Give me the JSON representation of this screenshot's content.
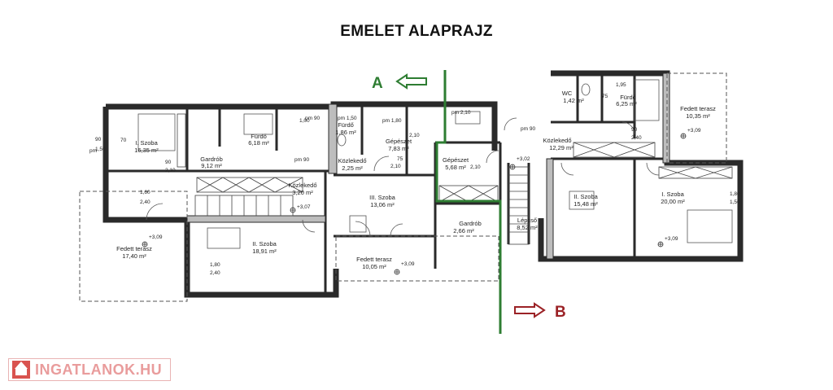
{
  "title": "EMELET ALAPRAJZ",
  "markers": {
    "a": "A",
    "b": "B"
  },
  "colors": {
    "wall": "#2a2a2a",
    "wall_fill": "#bdbdbd",
    "section_line": "#2e7d32",
    "arrow_red": "#9b2226",
    "logo": "#e99c9c"
  },
  "watermark": "INGATLANOK.HU",
  "rooms": [
    {
      "name": "I. Szoba",
      "area": "16,35 m²"
    },
    {
      "name": "Fürdő",
      "area": "6,18 m²"
    },
    {
      "name": "Gardrób",
      "area": "9,12 m²"
    },
    {
      "name": "Fürdő",
      "area": "1,86 m²"
    },
    {
      "name": "Közlekedő",
      "area": "2,25 m²"
    },
    {
      "name": "Gépészet",
      "area": "7,83 m²"
    },
    {
      "name": "Közlekedő",
      "area": "3,20 m²"
    },
    {
      "name": "III. Szoba",
      "area": "13,06 m²"
    },
    {
      "name": "Gépészet",
      "area": "5,68 m²"
    },
    {
      "name": "Gardrób",
      "area": "2,66 m²"
    },
    {
      "name": "Lépcső",
      "area": "8,52 m²"
    },
    {
      "name": "II. Szoba",
      "area": "18,91 m²"
    },
    {
      "name": "Fedett terasz",
      "area": "17,40 m²"
    },
    {
      "name": "Fedett terasz",
      "area": "10,05 m²"
    },
    {
      "name": "WC",
      "area": "1,42 m²"
    },
    {
      "name": "Fürdő",
      "area": "6,25 m²"
    },
    {
      "name": "Fedett terasz",
      "area": "10,35 m²"
    },
    {
      "name": "Közlekedő",
      "area": "12,29 m²"
    },
    {
      "name": "II. Szoba",
      "area": "15,48 m²"
    },
    {
      "name": "I. Szoba",
      "area": "20,00 m²"
    }
  ],
  "levels": [
    "+3,09",
    "+3,07",
    "+3,09",
    "+3,02",
    "+3,09",
    "+3,09"
  ],
  "dims": [
    "1,50",
    "1,80",
    "2,40",
    "90",
    "2,10",
    "1,00",
    "1,95",
    "75",
    "70",
    "90",
    "2,40",
    "2,40",
    "1,80",
    "1,50",
    "1,60",
    "2,10",
    "90",
    "2,10",
    "75",
    "2,10",
    "pm 90",
    "pm 1,80",
    "pm",
    "pm 1,50",
    "pm 2,10",
    "pm 90",
    "pm 90"
  ]
}
